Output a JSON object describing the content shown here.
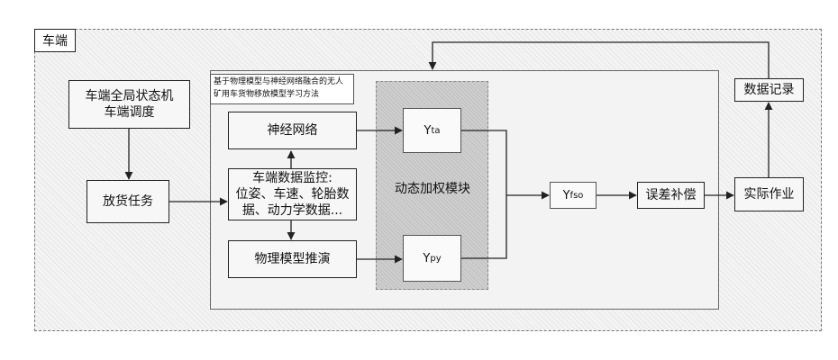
{
  "frame_label": "车端",
  "method_note": "基于物理模型与神经网络融合的无人\n矿用车货物移放模型学习方法",
  "nodes": {
    "fsm": "车端全局状态机\n车端调度",
    "task": "放货任务",
    "nn": "神经网络",
    "monitor": "车端数据监控:\n位姿、车速、轮胎数\n据、动力学数据...",
    "physics": "物理模型推演",
    "weighting": "动态加权模块",
    "error_comp": "误差补偿",
    "execution": "实际作业",
    "logging": "数据记录"
  },
  "signals": {
    "y_ta": {
      "base": "Y",
      "sub": "ta"
    },
    "y_py": {
      "base": "Y",
      "sub": "py"
    },
    "y_fso": {
      "base": "Y",
      "sub": "fso"
    }
  }
}
